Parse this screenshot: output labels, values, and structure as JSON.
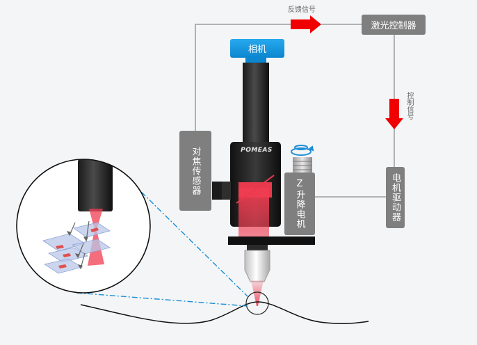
{
  "labels": {
    "laser_controller": "激光控制器",
    "feedback_signal": "反馈信号",
    "control_signal": "控制信号",
    "camera": "相机",
    "focus_sensor": "对焦传感器",
    "z_motor": "Z升降电机",
    "motor_driver": "电机驱动器",
    "brand": "POMEAS"
  },
  "colors": {
    "box_gray": "#7f7f7f",
    "camera_blue": "#0b86cf",
    "arrow_red": "#f00000",
    "beam_red": "#f03c50",
    "dash_blue": "#1a8fd6",
    "line_gray": "#8c8c8c"
  },
  "icons": {
    "rotation": "rotation-arrows-icon"
  }
}
